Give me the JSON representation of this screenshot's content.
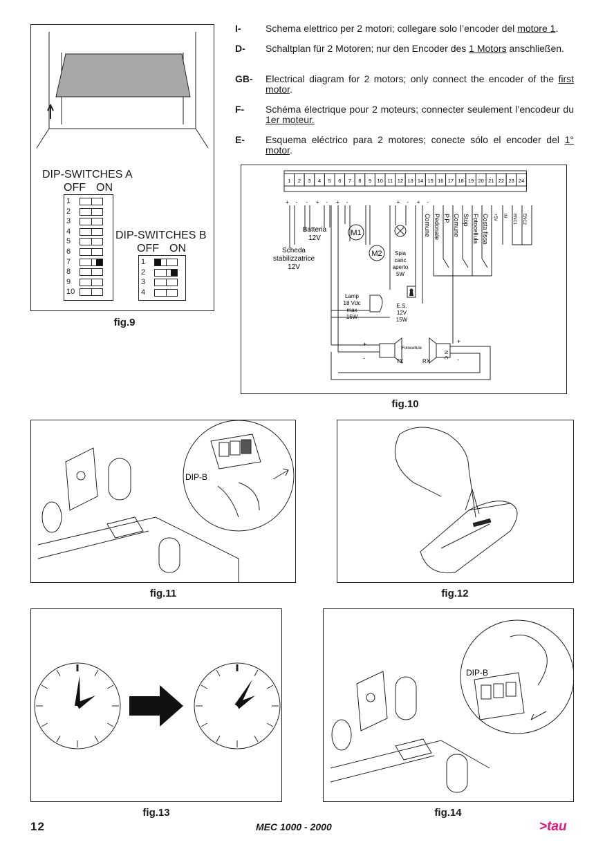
{
  "instructions": [
    {
      "code": "I-",
      "parts": [
        {
          "t": "Schema elettrico per 2 motori; collegare solo l’encoder del "
        },
        {
          "t": "motore 1",
          "u": true
        },
        {
          "t": "."
        }
      ]
    },
    {
      "code": "D-",
      "parts": [
        {
          "t": "Schaltplan für 2 Motoren; nur den Encoder des "
        },
        {
          "t": "1 Motors",
          "u": true
        },
        {
          "t": " anschließen."
        }
      ]
    },
    {
      "code": "GB-",
      "parts": [
        {
          "t": "Electrical diagram for 2 motors; only connect the encoder of the "
        },
        {
          "t": "first motor",
          "u": true
        },
        {
          "t": "."
        }
      ]
    },
    {
      "code": "F-",
      "parts": [
        {
          "t": "Schéma électrique pour 2 moteurs; connecter seulement l’encodeur du "
        },
        {
          "t": "1er moteur.",
          "u": true
        }
      ]
    },
    {
      "code": "E-",
      "parts": [
        {
          "t": "Esquema eléctrico para 2 motores; conecte sólo el encoder del "
        },
        {
          "t": "1° motor",
          "u": true
        },
        {
          "t": "."
        }
      ]
    }
  ],
  "fig9": {
    "caption": "fig.9",
    "dip_a": {
      "title": "DIP-SWITCHES A",
      "off": "OFF",
      "on": "ON",
      "switches": [
        "1",
        "2",
        "3",
        "4",
        "5",
        "6",
        "7",
        "8",
        "9",
        "10"
      ],
      "on_states": [
        false,
        false,
        false,
        false,
        false,
        false,
        true,
        false,
        false,
        false
      ]
    },
    "dip_b": {
      "title": "DIP-SWITCHES B",
      "off": "OFF",
      "on": "ON",
      "switches": [
        "1",
        "2",
        "3",
        "4"
      ],
      "on_states": [
        false,
        true,
        false,
        false
      ],
      "off_marked": [
        true,
        false,
        false,
        false
      ]
    }
  },
  "fig10": {
    "caption": "fig.10",
    "terminals": [
      "1",
      "2",
      "3",
      "4",
      "5",
      "6",
      "7",
      "8",
      "9",
      "10",
      "11",
      "12",
      "13",
      "14",
      "15",
      "16",
      "17",
      "18",
      "19",
      "20",
      "21",
      "22",
      "23",
      "24"
    ],
    "polarity": [
      "+",
      "-",
      "-",
      "+",
      "-",
      "+",
      "-",
      "",
      "",
      "",
      "",
      "+",
      "-",
      "+",
      "-",
      "",
      "",
      "",
      "",
      "",
      "",
      "",
      "",
      ""
    ],
    "labels": {
      "scheda": [
        "Scheda",
        "stabilizzatrice",
        "12V"
      ],
      "batteria": [
        "Batteria",
        "12V"
      ],
      "m1": "M1",
      "m2": "M2",
      "spia": [
        "Spia",
        "canc",
        "aperto",
        "5W"
      ],
      "lamp": [
        "Lamp",
        "18 Vdc",
        "max",
        "15W"
      ],
      "es": [
        "E.S.",
        "12V",
        "15W"
      ],
      "vertical": [
        "Comune",
        "Pedonale",
        "P.P.",
        "Comune",
        "Stop",
        "Fotocellula",
        "Costa fissa"
      ],
      "enc": [
        "+5V",
        "IN",
        "ENC1",
        "ENC2"
      ],
      "fotocellule": "Fotocellule",
      "tx": "TX",
      "rx": "RX",
      "n": "N",
      "c": "C",
      "plus": "+",
      "minus": "-"
    }
  },
  "fig11": {
    "caption": "fig.11",
    "label": "DIP-B"
  },
  "fig12": {
    "caption": "fig.12"
  },
  "fig13": {
    "caption": "fig.13"
  },
  "fig14": {
    "caption": "fig.14",
    "label": "DIP-B"
  },
  "footer": {
    "page": "12",
    "model": "MEC 1000 - 2000",
    "logo": ">tau"
  }
}
